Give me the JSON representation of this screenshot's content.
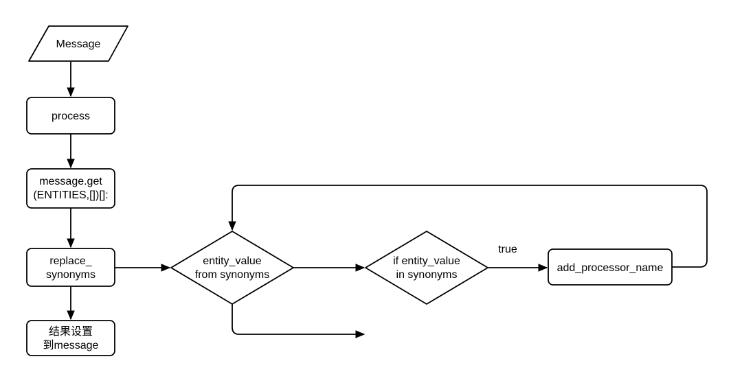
{
  "diagram": {
    "type": "flowchart",
    "colors": {
      "background": "#ffffff",
      "stroke": "#000000",
      "text": "#000000"
    },
    "nodes": {
      "message": {
        "shape": "parallelogram",
        "label": "Message"
      },
      "process": {
        "shape": "rounded-rect",
        "label": "process"
      },
      "message_get": {
        "shape": "rounded-rect",
        "line1": "message.get",
        "line2": "(ENTITIES,[])[]:"
      },
      "replace_synonyms": {
        "shape": "rounded-rect",
        "line1": "replace_",
        "line2": "synonyms"
      },
      "set_result_to_message": {
        "shape": "rounded-rect",
        "line1": "结果设置",
        "line2": "到message"
      },
      "entity_value_from_synonyms": {
        "shape": "diamond",
        "line1": "entity_value",
        "line2": "from synonyms"
      },
      "if_entity_value_in_synonyms": {
        "shape": "diamond",
        "line1": "if entity_value",
        "line2": "in synonyms"
      },
      "add_processor_name": {
        "shape": "rounded-rect",
        "label": "add_processor_name"
      }
    },
    "edges": {
      "true_branch_label": "true"
    }
  }
}
